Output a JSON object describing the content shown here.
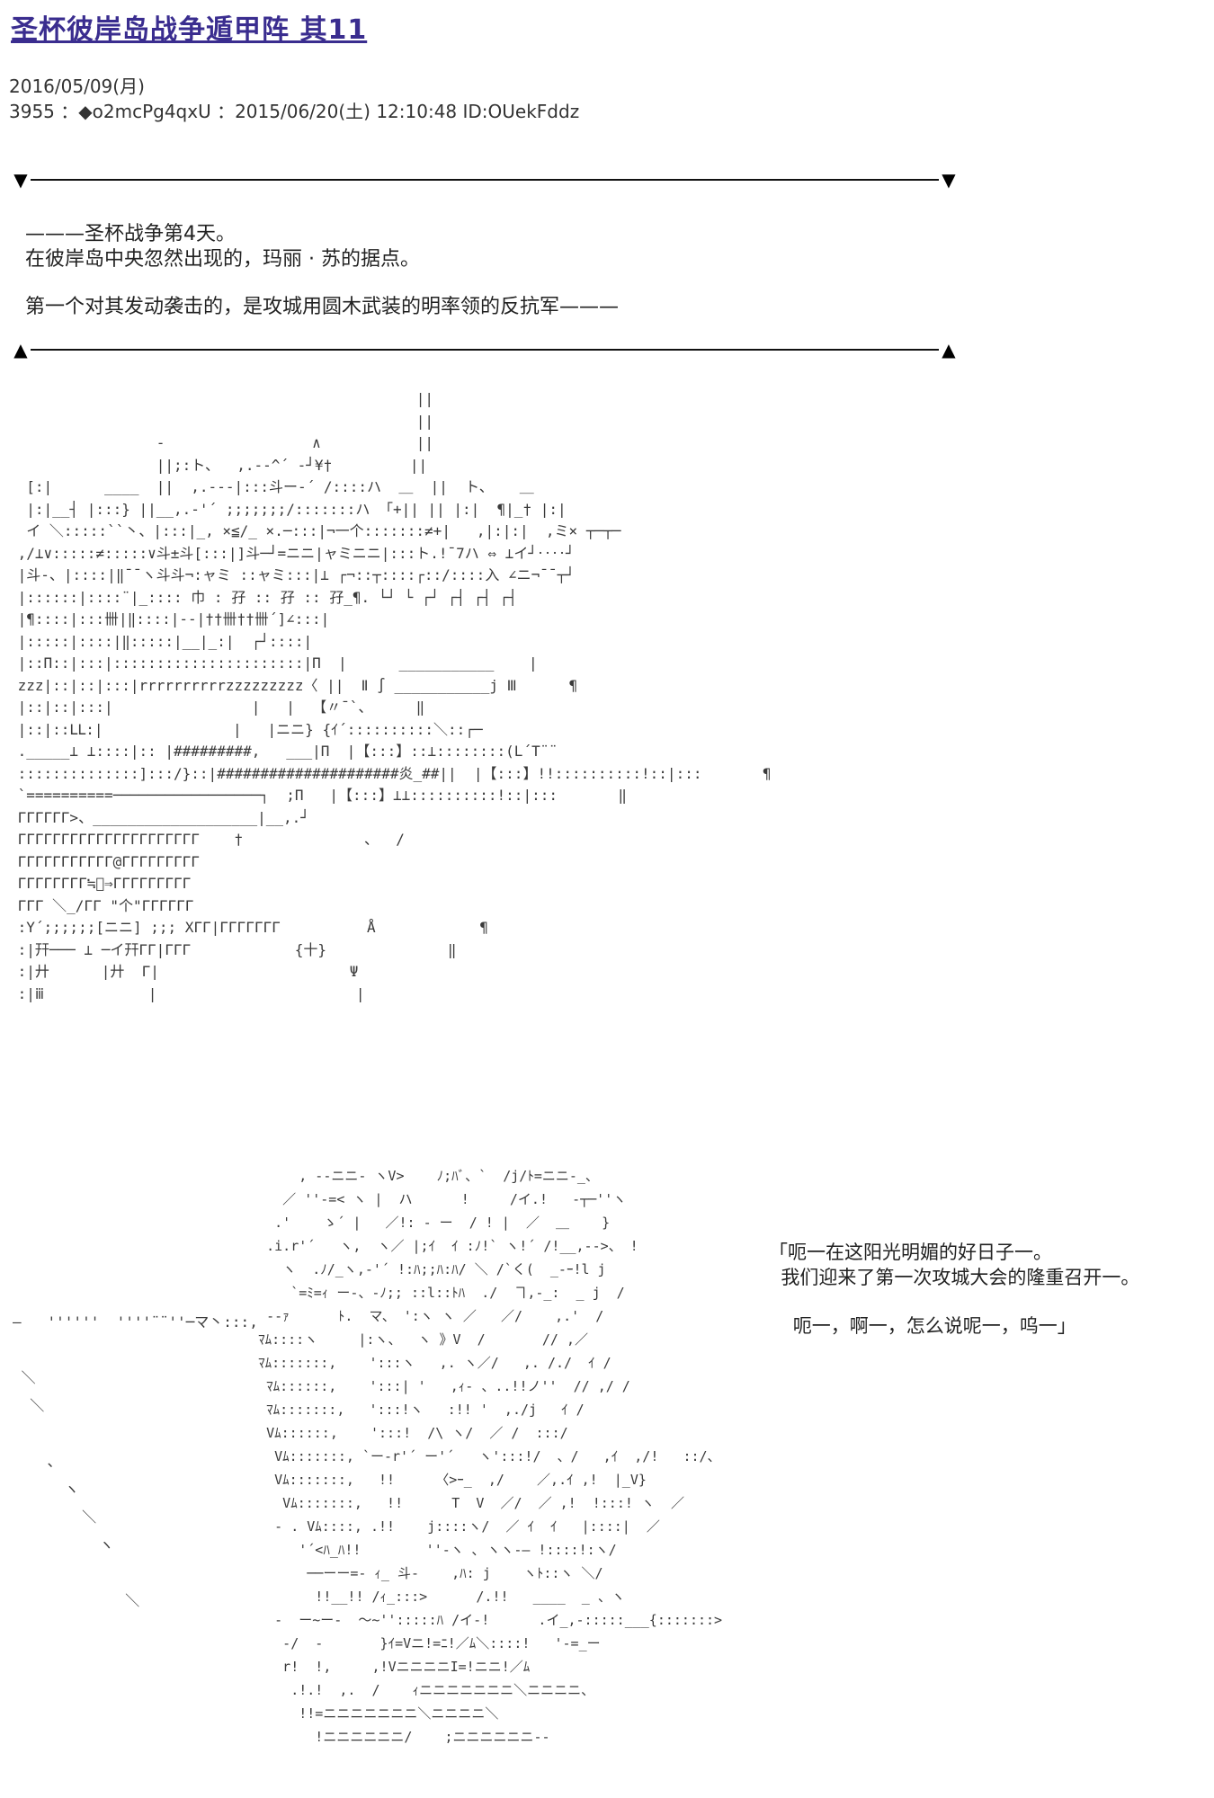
{
  "title": "圣杯彼岸岛战争遁甲阵 其11",
  "post_date": "2016/05/09(月)",
  "post_header": "3955 ：◆o2mcPg4qxU ：2015/06/20(土) 12:10:48 ID:OUekFddz",
  "divider_top": {
    "left": "▼",
    "right": "▼"
  },
  "divider_bottom": {
    "left": "▲",
    "right": "▲"
  },
  "story": {
    "line1": "———圣杯战争第4天。",
    "line2": "在彼岸岛中央忽然出现的，玛丽 · 苏的据点。",
    "line3": "第一个对其发动袭击的，是攻城用圆木武装的明率领的反抗军———"
  },
  "art_castle": "                                               ||\n                                               ||\n                 -                 ∧           ||\n                 ||;:ト、  ,.-‐^´ ‐┘¥†         ||\n  [:|      ____  ||  ,.-‐-|:::斗ー‐´ /::::ハ  ＿  ||  ト、   ＿\n  |:|__┤ |:::} ||__,.‐'´ ;;;;;;;/:::::::ハ 「+|| || |:|  ¶|_† |:|\n  イ ＼:::::``丶、|:::|_, ×≦/_ ×.─:::|¬一个:::::::≠+|   ,|:|:|  ,ミ× ┬─┬─\n ,/⊥∨:::::≠:::::∨斗±斗[:::|]斗─┘=ニニ|ャミニニ|:::ト.!¯7ハ ⇔ ⊥イ┘‥‥┘\n |斗‐、|::::|‖¯¯ヽ斗斗¬:ャミ ::ャミ:::|⊥ ┌¬::┬::::┌::/::::入 ∠ニ¬¯¯┬┘\n |::::::|::::¨|_:::: 巾 : 孖 :: 孖 :: 孖_¶. └┘ └ ┌┘ ┌┤ ┌┤ ┌┤\n |¶::::|:::卌|‖::::|--|††卌††卌´]∠:::|\n |:::::|::::|‖:::::|__|_:|  ┌┘::::|\n |::Π::|:::|::::::::::::::::::::::|Π  |      ___________    |\n zzz|::|::|:::|rrrrrrrrrrzzzzzzzzz〈 ||  Ⅱ ∫ ___________j Ⅲ      ¶\n |::|::|:::|                |   |  【〃¯`、     ‖\n |::|::ⅬⅬ:|               |   |ニニ} {ｲ´::::::::::＼::┌─\n ._____⊥ ⊥::::|:: |#########,   ___|Π  |【:::】::⊥::::::::(L´T¨¨\n ::::::::::::::]:::/}::|#####################炎_##||  |【:::】!!::::::::::!::|:::       ¶\n `==========─────────────────┐  ;Π   |【:::】⊥⊥::::::::::!::|:::       ‖\n ГГГГГГ>、___________________|__,.┘\n ГГГГГГГГГГГГГГГГГГГГГ    †              、  /\n ГГГГГГГГГГГ@ГГГГГГГГГ\n ГГГГГГГГ≒⃞⇒ГГГГГГГГГ\n ГГГ ＼_/ГГ \"个\"ГГГГГГ\n :Y´;;;;;;[ニニ] ;;; XГГ|ГГГГГГГ          Å            ¶\n :|幵─── ⊥ ─イ幵ГГ|ГГГ            {十}              ‖\n :|廾      |廾  Г|                      Ψ\n :|ⅲ            |                       |",
  "art_creature": "        , -‐ニニ‐ ヽV>    ﾉ;ﾊﾞ、`  /j/ﾄ=ニニ-_、\n      ／ ''‐=< ヽ |  ハ      !     /イ.!   ‐┬─''ヽ\n     .'    ゝ´ |   ／!: - ー  / ! |  ／  ＿    }\n    .i.r'´   ヽ,  ヽ／ |;ｲ  ｲ :ﾉ!` ヽ!´ /!__,‐->、 !\n      ヽ  .ﾉ/_ヽ,-'´ !:ﾊ;;ﾊ:ﾊ/ ＼ /`く(  _‐ｰ!l j\n       `=ﾐ=ｨ ー-、-ﾉ;; ::l::ﾄﾊ  ./  ヿ,-_:  _ j  /\n    --ｧ      ﾄ.  マ、 ':ヽ ヽ ／   ／/    ,.'  /\n   ﾏﾑ::::ヽ     |:ヽ、  ヽ 》V  /       // ,／\n   ﾏﾑ:::::::,    ':::ヽ   ,. ヽ／/   ,. /./  ｲ /\n    ﾏﾑ::::::,    ':::| '   ,ｨ- 、..!!ノ''  // ,/ /\n    ﾏﾑ:::::::,   ':::!ヽ   :!! '  ,./j   ｲ /\n    Vﾑ::::::,    ':::!  /\\ ヽ/  ／ /  :::/ \n     Vﾑ:::::::, `ー-r'´ ー'´   ヽ':::!/  、/   ,ｲ  ,/!   ::/、\n     Vﾑ:::::::,   !!     〈>ｰ_  ,/    ／,.ｲ ,!  |_V}\n      Vﾑ:::::::,   !!      T  V  ／/  ／ ,!  !:::! ヽ  ／\n     - . Vﾑ::::, .!!    j::::ヽ/  ／ ｲ  ｲ   |::::|  ／\n        '´<ﾊ_ﾊ!!        ''‐ヽ ､ ヽヽ‐― !::::!:ヽ/\n         ──ーー=- ｨ_ 斗‐    ,ﾊ: j    ヽﾄ::ヽ ＼/\n          !!__!! /ｨ_:::>      /.!!   ____  _ 、ヽ\n     -  ー~ー-  ～~'':::::ﾊ /イ-!      .イ_,-:::::___{:::::::>\n      -/  -       }ｲ=Vニ!=ﾆ!／ﾑ＼::::!   '‐=_ー\n      r!  !,     ,!VニニニニI=!ニニ!／ﾑ\n       .!.!  ,.  /    ｨニニニニニニニ＼ニニニニ、\n        !!=ニニニニニニニ＼ニニニニ＼\n          !ニニニニニニ/    ;ニニニニニニ-‐",
  "art_creature_left": "—   ''''''  ''''¨¨''─マ丶:::,\n\n ＼\n  ＼\n\n    、\n      ヽ\n        ＼\n          ヽ\n\n             ＼",
  "speech": {
    "line1": "「呃一在这阳光明媚的好日子一。",
    "line2": "  我们迎来了第一次攻城大会的隆重召开一。",
    "line3": "    呃一，啊一，怎么说呢一，呜一」"
  }
}
